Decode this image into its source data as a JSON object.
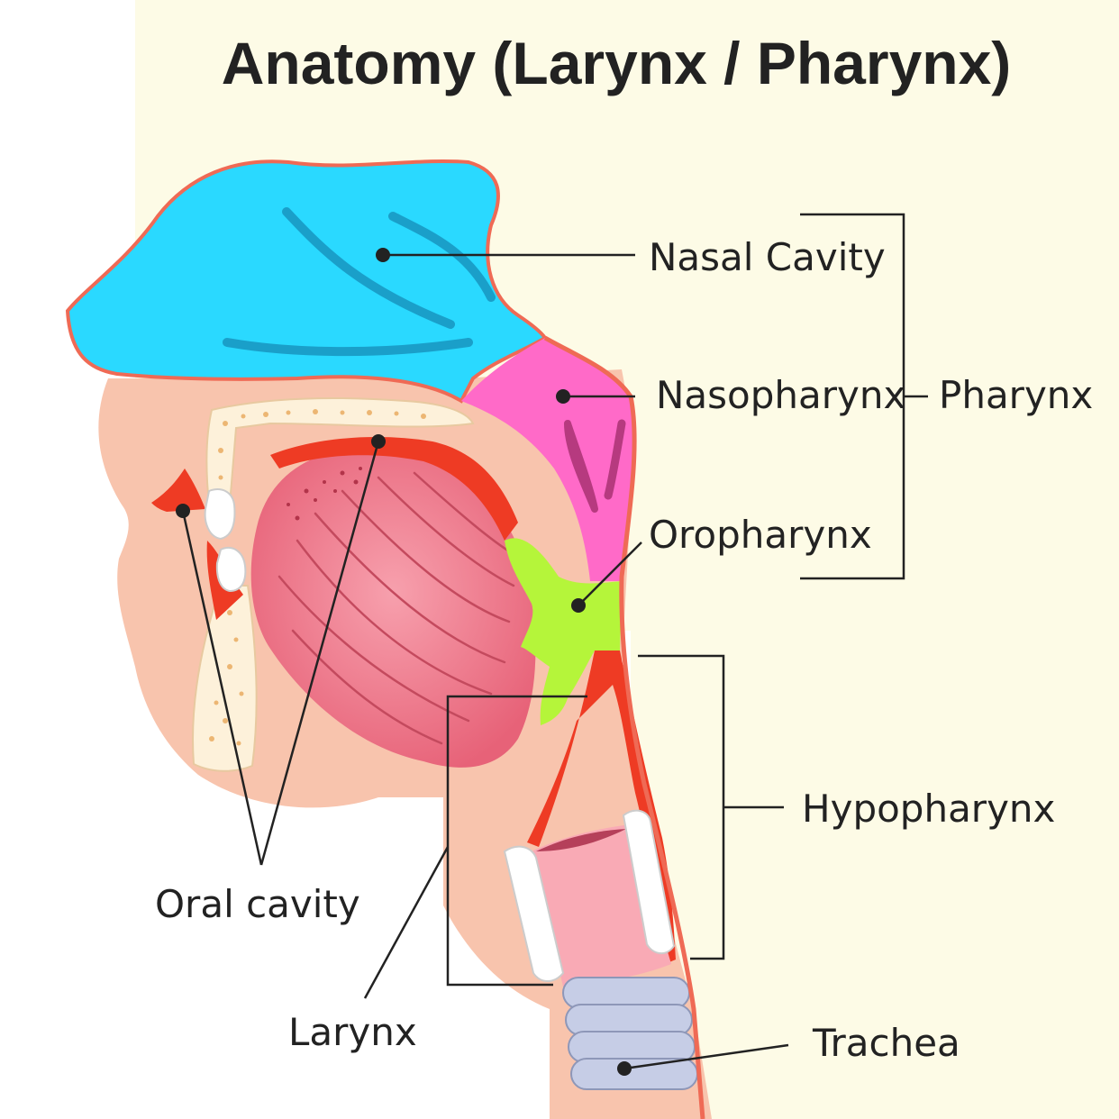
{
  "title": "Anatomy (Larynx / Pharynx)",
  "labels": {
    "nasal_cavity": "Nasal Cavity",
    "nasopharynx": "Nasopharynx",
    "pharynx": "Pharynx",
    "oropharynx": "Oropharynx",
    "hypopharynx": "Hypopharynx",
    "oral_cavity": "Oral cavity",
    "larynx": "Larynx",
    "trachea": "Trachea"
  },
  "colors": {
    "background": "#fdfbe6",
    "skin": "#f8c4ad",
    "outline": "#ef6a55",
    "nasal_cavity": "#2ad9ff",
    "nasopharynx": "#ff6ac8",
    "oropharynx": "#b5f53a",
    "tongue": "#f07c8e",
    "muscle_red": "#ee3b24",
    "bone": "#fdf1da",
    "trachea_rings": "#c6cde6",
    "larynx_tube": "#f9aab5"
  }
}
